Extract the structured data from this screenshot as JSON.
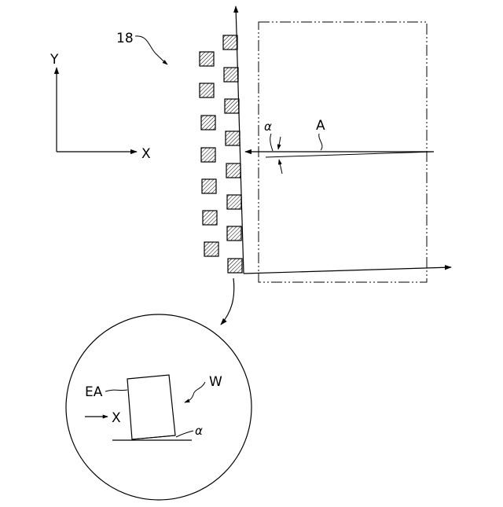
{
  "labels": {
    "ref_18": "18",
    "axis_y": "Y",
    "axis_x": "X",
    "angle_top": "α",
    "line_a": "A",
    "ref_ea": "EA",
    "ref_w": "W",
    "arrow_x": "X",
    "angle_bottom": "α"
  },
  "colors": {
    "ink": "#000000",
    "background": "#ffffff"
  }
}
